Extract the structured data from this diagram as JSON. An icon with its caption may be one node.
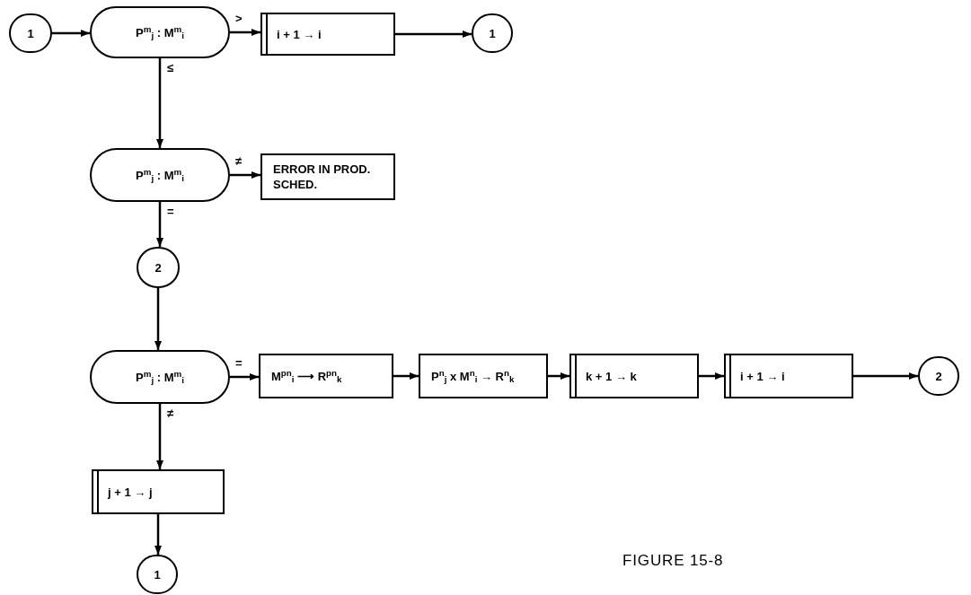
{
  "diagram": {
    "nodes": [
      {
        "text": [
          "1"
        ]
      },
      {
        "text": [
          "P$^{m}$$_{j}$ : M$^{m}$$_{i}$"
        ]
      },
      {
        "text": [
          "i + 1 → i"
        ]
      },
      {
        "text": [
          "1"
        ]
      },
      {
        "text": [
          "P$^{m}$$_{j}$ : M$^{m}$$_{i}$"
        ]
      },
      {
        "text": [
          "ERROR IN PROD. SCHED."
        ]
      },
      {
        "text": [
          "2"
        ]
      },
      {
        "text": [
          "P$^{m}$$_{j}$ : M$^{m}$$_{i}$"
        ]
      },
      {
        "text": [
          "M$^{pn}$$_{i}$ ⟶ R$^{pn}$$_{k}$"
        ]
      },
      {
        "text": [
          "P$^{n}$$_{j}$ x M$^{n}$$_{i}$ → R$^{n}$$_{k}$"
        ]
      },
      {
        "text": [
          "k + 1 → k"
        ]
      },
      {
        "text": [
          "i + 1 → i"
        ]
      },
      {
        "text": [
          "2"
        ]
      },
      {
        "text": [
          "j + 1 → j"
        ]
      },
      {
        "text": [
          "1"
        ]
      }
    ],
    "edges": [
      {
        "from": 0,
        "to": 1,
        "arrow": "to"
      },
      {
        "from": 1,
        "to": 2,
        "arrow": "to",
        "label": ">"
      },
      {
        "from": 2,
        "to": 3,
        "arrow": "to"
      },
      {
        "from": 1,
        "to": 4,
        "arrow": "to",
        "label": "≤"
      },
      {
        "from": 4,
        "to": 5,
        "arrow": "to",
        "label": "≠"
      },
      {
        "from": 4,
        "to": 6,
        "arrow": "to",
        "label": "="
      },
      {
        "from": 6,
        "to": 7,
        "arrow": "to"
      },
      {
        "from": 7,
        "to": 8,
        "arrow": "to",
        "label": "="
      },
      {
        "from": 8,
        "to": 9,
        "arrow": "to"
      },
      {
        "from": 9,
        "to": 10,
        "arrow": "to"
      },
      {
        "from": 10,
        "to": 11,
        "arrow": "to"
      },
      {
        "from": 11,
        "to": 12,
        "arrow": "to"
      },
      {
        "from": 7,
        "to": 13,
        "arrow": "to",
        "label": "≠"
      },
      {
        "from": 13,
        "to": 14,
        "arrow": "to"
      }
    ],
    "labels": [
      "FIGURE 15-8"
    ]
  }
}
